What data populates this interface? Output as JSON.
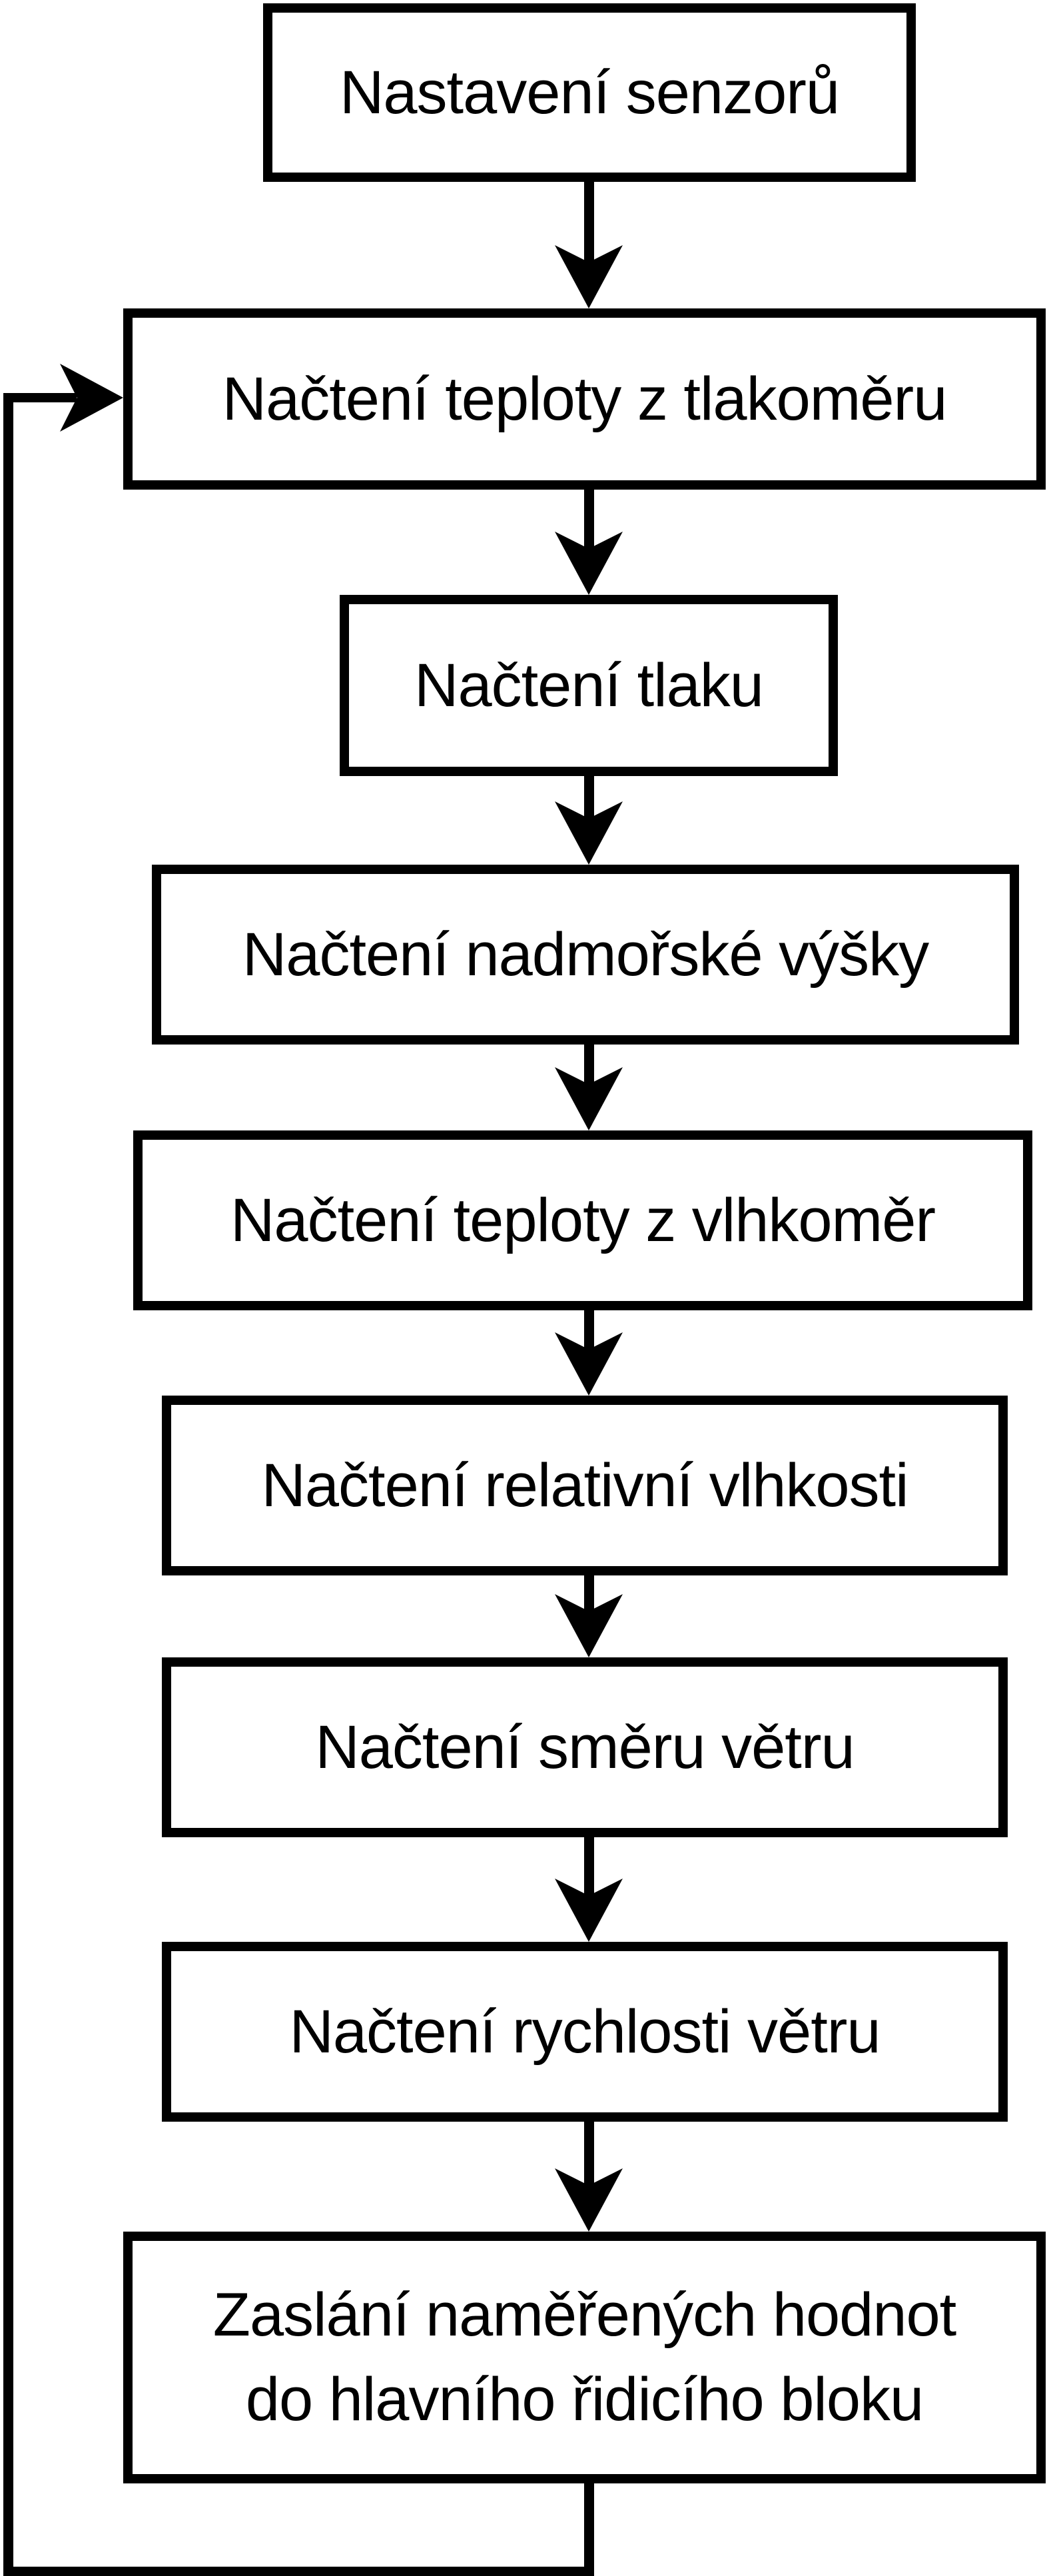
{
  "flowchart": {
    "background_color": "#ffffff",
    "stroke_color": "#000000",
    "nodes": [
      {
        "id": "setup-sensors",
        "label": "Nastavení senzorů"
      },
      {
        "id": "read-temp-barometer",
        "label": "Načtení teploty z tlakoměru"
      },
      {
        "id": "read-pressure",
        "label": "Načtení tlaku"
      },
      {
        "id": "read-altitude",
        "label": "Načtení nadmořské výšky"
      },
      {
        "id": "read-temp-hygrometer",
        "label": "Načtení teploty z vlhkoměr"
      },
      {
        "id": "read-rel-humidity",
        "label": "Načtení relativní vlhkosti"
      },
      {
        "id": "read-wind-direction",
        "label": "Načtení směru větru"
      },
      {
        "id": "read-wind-speed",
        "label": "Načtení rychlosti větru"
      },
      {
        "id": "send-values",
        "lines": [
          "Zaslání naměřených hodnot",
          "do hlavního řidicího bloku"
        ]
      }
    ],
    "edges": [
      {
        "from": "setup-sensors",
        "to": "read-temp-barometer",
        "arrowhead": "down"
      },
      {
        "from": "read-temp-barometer",
        "to": "read-pressure",
        "arrowhead": "down"
      },
      {
        "from": "read-pressure",
        "to": "read-altitude",
        "arrowhead": "down"
      },
      {
        "from": "read-altitude",
        "to": "read-temp-hygrometer",
        "arrowhead": "down"
      },
      {
        "from": "read-temp-hygrometer",
        "to": "read-rel-humidity",
        "arrowhead": "down"
      },
      {
        "from": "read-rel-humidity",
        "to": "read-wind-direction",
        "arrowhead": "down"
      },
      {
        "from": "read-wind-direction",
        "to": "read-wind-speed",
        "arrowhead": "down"
      },
      {
        "from": "read-wind-speed",
        "to": "send-values",
        "arrowhead": "down"
      },
      {
        "from": "send-values",
        "to": "read-temp-barometer",
        "arrowhead": "right",
        "route": "loop-left-side"
      }
    ]
  }
}
